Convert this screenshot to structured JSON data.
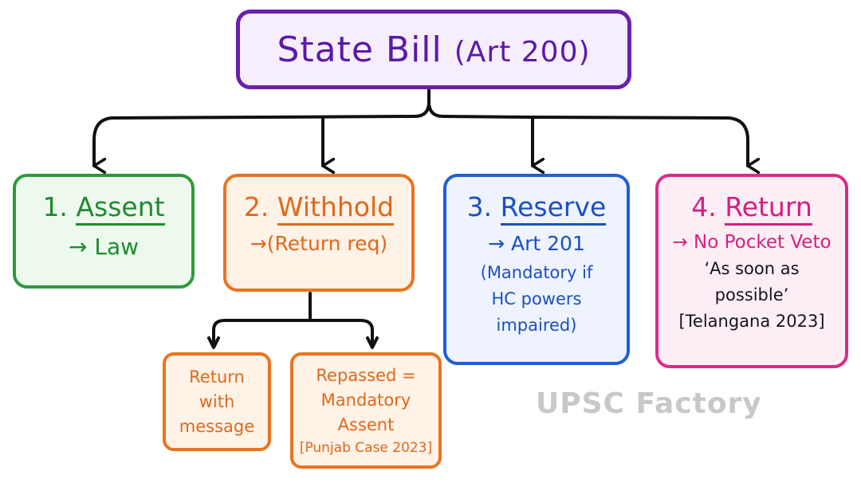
{
  "title": {
    "main": "State Bill",
    "paren": "(Art 200)"
  },
  "options": [
    {
      "number": "1.",
      "label": "Assent",
      "detail": "→ Law",
      "notes": []
    },
    {
      "number": "2.",
      "label": "Withhold",
      "detail": "→(Return req)",
      "notes": []
    },
    {
      "number": "3.",
      "label": "Reserve",
      "detail": "→ Art 201",
      "notes": [
        "(Mandatory if",
        "HC powers",
        "impaired)"
      ]
    },
    {
      "number": "4.",
      "label": "Return",
      "detail": "→ No Pocket Veto",
      "notes": [
        "‘As soon as",
        "possible’",
        "[Telangana 2023]"
      ]
    }
  ],
  "withhold_branches": [
    {
      "lines": [
        "Return",
        "with",
        "message"
      ],
      "tag": ""
    },
    {
      "lines": [
        "Repassed =",
        "Mandatory",
        "Assent"
      ],
      "tag": "[Punjab Case 2023]"
    }
  ],
  "watermark": "UPSC Factory",
  "colors": {
    "title": "#6a1fb0",
    "assent": "#2e9a3c",
    "withhold": "#ea7320",
    "reserve": "#1f5fd1",
    "return": "#db2a89",
    "connector": "#111111"
  }
}
